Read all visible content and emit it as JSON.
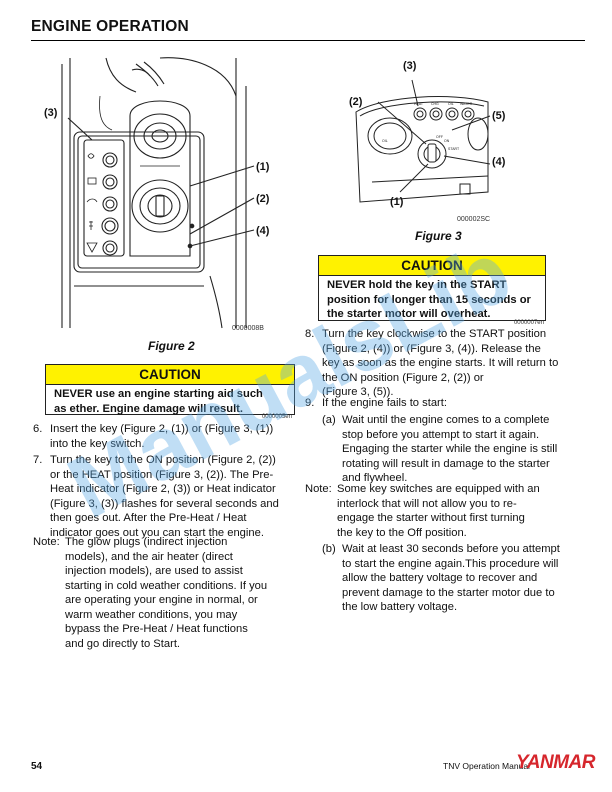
{
  "header": {
    "title": "ENGINE OPERATION"
  },
  "figure2": {
    "labels": {
      "l3": "(3)",
      "l1": "(1)",
      "l2": "(2)",
      "l4": "(4)"
    },
    "code": "0000008B",
    "caption": "Figure 2"
  },
  "figure3": {
    "labels": {
      "l3": "(3)",
      "l2": "(2)",
      "l5": "(5)",
      "l4": "(4)",
      "l1": "(1)"
    },
    "panel_text": {
      "heat": "HEAT",
      "chg": "CHG",
      "oil": "OIL",
      "water": "WATER",
      "off": "OFF",
      "on": "ON",
      "start": "START",
      "oil_gauge": "OIL"
    },
    "code": "000002SC",
    "caption": "Figure 3"
  },
  "caution_right": {
    "title": "CAUTION",
    "lines": [
      "NEVER hold the key in the START",
      "position for longer than 15 seconds or",
      "the starter motor will overheat."
    ],
    "code": "0000007en"
  },
  "caution_left": {
    "title": "CAUTION",
    "lines": [
      "NEVER use an engine starting aid such",
      "as ether. Engine damage will result."
    ],
    "code": "0000005en"
  },
  "left_column": {
    "step6": {
      "num": "6.",
      "lines": [
        "Insert the key (Figure 2, (1)) or (Figure 3, (1))",
        "into the key switch."
      ]
    },
    "step7": {
      "num": "7.",
      "lines": [
        "Turn the key to the ON position (Figure 2, (2))",
        "or the HEAT position (Figure 3, (2)). The Pre-",
        "Heat indicator (Figure 2, (3)) or Heat indicator",
        "(Figure 3, (3)) flashes for several seconds and",
        "then goes out. After the Pre-Heat / Heat",
        "indicator goes out you can start the engine."
      ]
    },
    "note": {
      "label": "Note:",
      "lines": [
        "The glow plugs (indirect injection",
        "models), and the air heater (direct",
        "injection models), are used to assist",
        "starting in cold weather conditions. If you",
        "are operating your engine in normal, or",
        "warm weather conditions, you may",
        "bypass the Pre-Heat / Heat functions",
        "and go directly to Start."
      ]
    }
  },
  "right_column": {
    "step8": {
      "num": "8.",
      "lines": [
        "Turn the key clockwise to the START position",
        "(Figure 2, (4)) or (Figure 3, (4)). Release the",
        "key as soon as the engine starts. It will return to",
        "the ON position (Figure 2, (2)) or",
        "(Figure 3, (5))."
      ]
    },
    "step9": {
      "num": "9.",
      "lines": [
        "If the engine fails to start:"
      ]
    },
    "suba": {
      "num": "(a)",
      "lines": [
        "Wait until the engine comes to a complete",
        "stop before you attempt to start it again.",
        "Engaging the starter while the engine is still",
        "rotating will result in damage to the starter",
        "and flywheel."
      ]
    },
    "note": {
      "label": "Note:",
      "lines": [
        "Some key switches are equipped with an",
        "interlock that will not allow you to re-",
        "engage the starter without first turning",
        "the key to the Off position."
      ]
    },
    "subb": {
      "num": "(b)",
      "lines": [
        "Wait at least 30 seconds before you attempt",
        "to start the engine again.This procedure will",
        "allow the battery voltage to recover and",
        "prevent damage to the starter motor due to",
        "the low battery voltage."
      ]
    }
  },
  "footer": {
    "page": "54",
    "manual": "TNV Operation Manual",
    "logo": "YANMAR"
  },
  "watermark": {
    "text": "ManualsLib"
  }
}
